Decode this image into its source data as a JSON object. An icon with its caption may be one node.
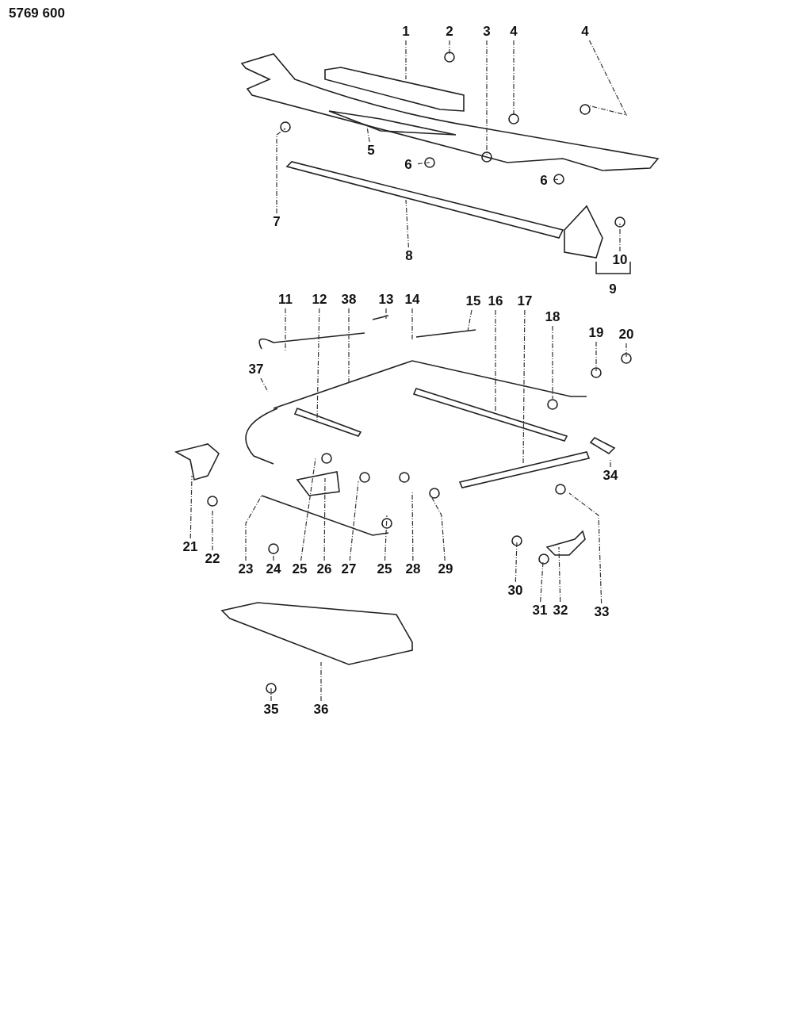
{
  "diagram": {
    "nodes": [
      {
        "text": [
          "1"
        ]
      },
      {
        "text": [
          "2"
        ]
      },
      {
        "text": [
          "3"
        ]
      },
      {
        "text": [
          "4"
        ]
      },
      {
        "text": [
          "4"
        ]
      },
      {
        "text": [
          "5"
        ]
      },
      {
        "text": [
          "6"
        ]
      },
      {
        "text": [
          "6"
        ]
      },
      {
        "text": [
          "7"
        ]
      },
      {
        "text": [
          "8"
        ]
      },
      {
        "text": [
          "10"
        ]
      },
      {
        "text": [
          "11"
        ]
      },
      {
        "text": [
          "12"
        ]
      },
      {
        "text": [
          "38"
        ]
      },
      {
        "text": [
          "13"
        ]
      },
      {
        "text": [
          "14"
        ]
      },
      {
        "text": [
          "15"
        ]
      },
      {
        "text": [
          "16"
        ]
      },
      {
        "text": [
          "17"
        ]
      },
      {
        "text": [
          "18"
        ]
      },
      {
        "text": [
          "19"
        ]
      },
      {
        "text": [
          "20"
        ]
      },
      {
        "text": [
          "37"
        ]
      },
      {
        "text": [
          "34"
        ]
      },
      {
        "text": [
          "21"
        ]
      },
      {
        "text": [
          "22"
        ]
      },
      {
        "text": [
          "23"
        ]
      },
      {
        "text": [
          "24"
        ]
      },
      {
        "text": [
          "25"
        ]
      },
      {
        "text": [
          "26"
        ]
      },
      {
        "text": [
          "27"
        ]
      },
      {
        "text": [
          "25"
        ]
      },
      {
        "text": [
          "28"
        ]
      },
      {
        "text": [
          "29"
        ]
      },
      {
        "text": [
          "30"
        ]
      },
      {
        "text": [
          "31"
        ]
      },
      {
        "text": [
          "32"
        ]
      },
      {
        "text": [
          "33"
        ]
      },
      {
        "text": [
          "35"
        ]
      },
      {
        "text": [
          "36"
        ]
      }
    ],
    "edges": [
      {
        "from": 0,
        "to": null,
        "arrow": "none"
      },
      {
        "from": 1,
        "to": null,
        "arrow": "none"
      },
      {
        "from": 2,
        "to": null,
        "arrow": "none"
      },
      {
        "from": 3,
        "to": null,
        "arrow": "none"
      },
      {
        "from": 4,
        "to": null,
        "arrow": "none"
      },
      {
        "from": 5,
        "to": null,
        "arrow": "none"
      },
      {
        "from": 6,
        "to": null,
        "arrow": "none"
      },
      {
        "from": 7,
        "to": null,
        "arrow": "none"
      },
      {
        "from": 8,
        "to": null,
        "arrow": "none"
      },
      {
        "from": 9,
        "to": null,
        "arrow": "none"
      },
      {
        "from": 10,
        "to": null,
        "arrow": "none"
      },
      {
        "from": 11,
        "to": null,
        "arrow": "none"
      },
      {
        "from": 12,
        "to": null,
        "arrow": "none"
      },
      {
        "from": 13,
        "to": null,
        "arrow": "none"
      },
      {
        "from": 14,
        "to": null,
        "arrow": "none"
      },
      {
        "from": 15,
        "to": null,
        "arrow": "none"
      },
      {
        "from": 16,
        "to": null,
        "arrow": "none"
      },
      {
        "from": 17,
        "to": null,
        "arrow": "none"
      },
      {
        "from": 18,
        "to": null,
        "arrow": "none"
      },
      {
        "from": 19,
        "to": null,
        "arrow": "none"
      },
      {
        "from": 20,
        "to": null,
        "arrow": "none"
      },
      {
        "from": 21,
        "to": null,
        "arrow": "none"
      },
      {
        "from": 22,
        "to": null,
        "arrow": "none"
      },
      {
        "from": 23,
        "to": null,
        "arrow": "none"
      },
      {
        "from": 24,
        "to": null,
        "arrow": "none"
      },
      {
        "from": 25,
        "to": null,
        "arrow": "none"
      },
      {
        "from": 26,
        "to": null,
        "arrow": "none"
      },
      {
        "from": 27,
        "to": null,
        "arrow": "none"
      },
      {
        "from": 28,
        "to": null,
        "arrow": "none"
      },
      {
        "from": 29,
        "to": null,
        "arrow": "none"
      },
      {
        "from": 30,
        "to": null,
        "arrow": "none"
      },
      {
        "from": 31,
        "to": null,
        "arrow": "none"
      },
      {
        "from": 32,
        "to": null,
        "arrow": "none"
      },
      {
        "from": 33,
        "to": null,
        "arrow": "none"
      },
      {
        "from": 34,
        "to": null,
        "arrow": "none"
      },
      {
        "from": 35,
        "to": null,
        "arrow": "none"
      },
      {
        "from": 36,
        "to": null,
        "arrow": "none"
      },
      {
        "from": 37,
        "to": null,
        "arrow": "none"
      },
      {
        "from": 38,
        "to": null,
        "arrow": "none"
      },
      {
        "from": 39,
        "to": null,
        "arrow": "none"
      }
    ],
    "labels": [
      "5769 600",
      "9"
    ]
  }
}
